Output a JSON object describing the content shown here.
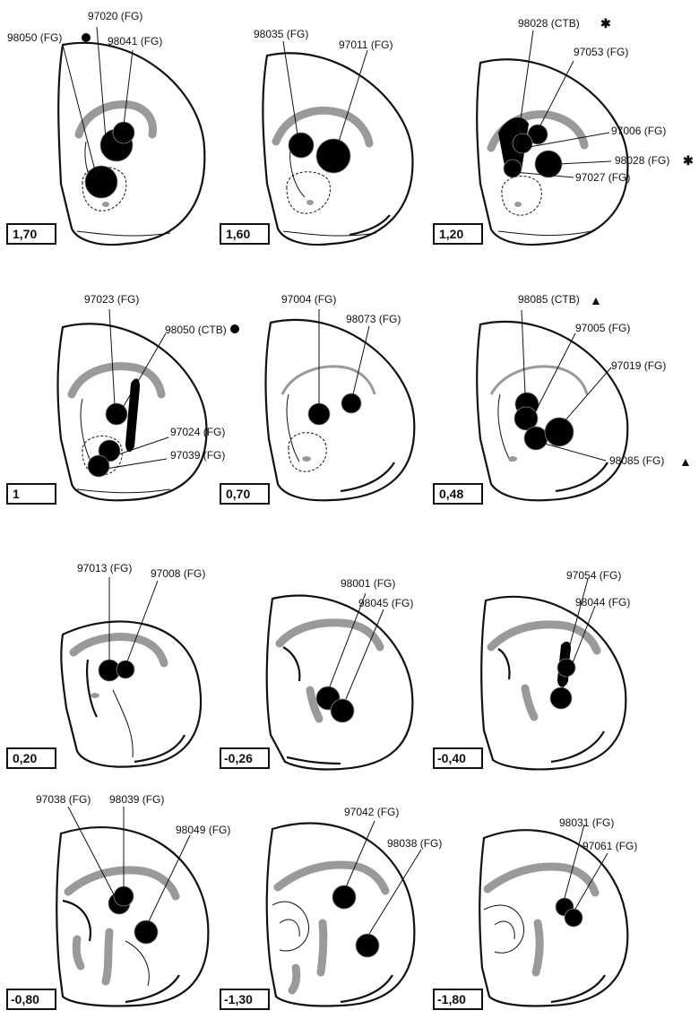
{
  "panels": [
    {
      "level": "1,70",
      "labels": [
        "97020 (FG)",
        "98050 (FG)",
        "98041 (FG)"
      ]
    },
    {
      "level": "1,60",
      "labels": [
        "98035 (FG)",
        "97011 (FG)"
      ]
    },
    {
      "level": "1,20",
      "labels": [
        "98028 (CTB)",
        "97053 (FG)",
        "97006 (FG)",
        "98028 (FG)",
        "97027 (FG)"
      ]
    },
    {
      "level": "1",
      "labels": [
        "97023 (FG)",
        "98050 (CTB)",
        "97024 (FG)",
        "97039 (FG)"
      ]
    },
    {
      "level": "0,70",
      "labels": [
        "97004 (FG)",
        "98073 (FG)"
      ]
    },
    {
      "level": "0,48",
      "labels": [
        "98085 (CTB)",
        "97005 (FG)",
        "97019 (FG)",
        "98085 (FG)"
      ]
    },
    {
      "level": "0,20",
      "labels": [
        "97013 (FG)",
        "97008 (FG)"
      ]
    },
    {
      "level": "-0,26",
      "labels": [
        "98001 (FG)",
        "98045 (FG)"
      ]
    },
    {
      "level": "-0,40",
      "labels": [
        "97054 (FG)",
        "98044 (FG)"
      ]
    },
    {
      "level": "-0,80",
      "labels": [
        "97038 (FG)",
        "98039 (FG)",
        "98049 (FG)"
      ]
    },
    {
      "level": "-1,30",
      "labels": [
        "97042 (FG)",
        "98038 (FG)"
      ]
    },
    {
      "level": "-1,80",
      "labels": [
        "98031 (FG)",
        "97061 (FG)"
      ]
    }
  ],
  "markers": {
    "circle": "●",
    "star": "✱",
    "triangle": "▲"
  }
}
